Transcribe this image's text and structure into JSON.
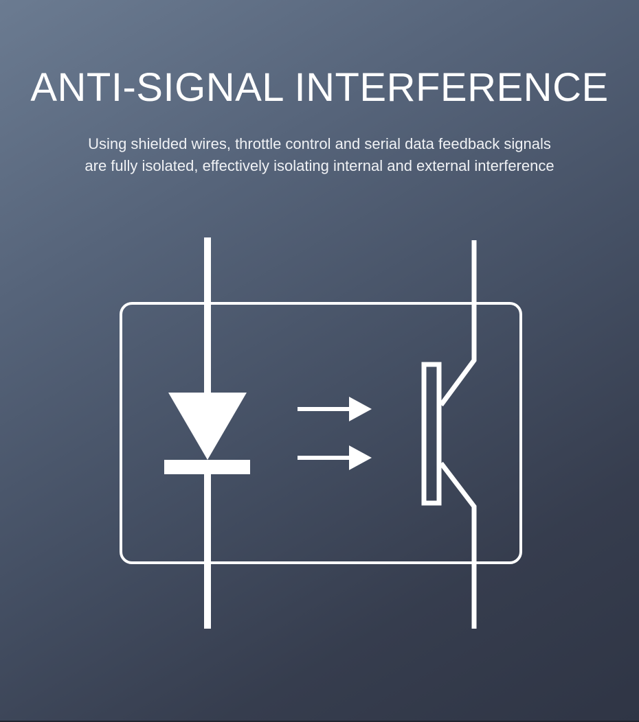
{
  "header": {
    "title": "ANTI-SIGNAL INTERFERENCE",
    "subtitle_lines": [
      "Using shielded wires, throttle control and serial data feedback signals",
      "are fully isolated, effectively isolating internal and external interference"
    ]
  },
  "diagram": {
    "type": "optocoupler-schematic",
    "components": [
      {
        "name": "package-outline",
        "icon": "rounded-rectangle"
      },
      {
        "name": "led-diode",
        "icon": "diode-symbol"
      },
      {
        "name": "light-emission-arrows",
        "icon": "arrow-right-icon",
        "count": 2
      },
      {
        "name": "phototransistor",
        "icon": "transistor-symbol"
      }
    ],
    "stroke_color": "#ffffff"
  },
  "colors": {
    "background_top_left": "#6b7b91",
    "background_bottom_right": "#2f3545",
    "text": "#ffffff"
  }
}
